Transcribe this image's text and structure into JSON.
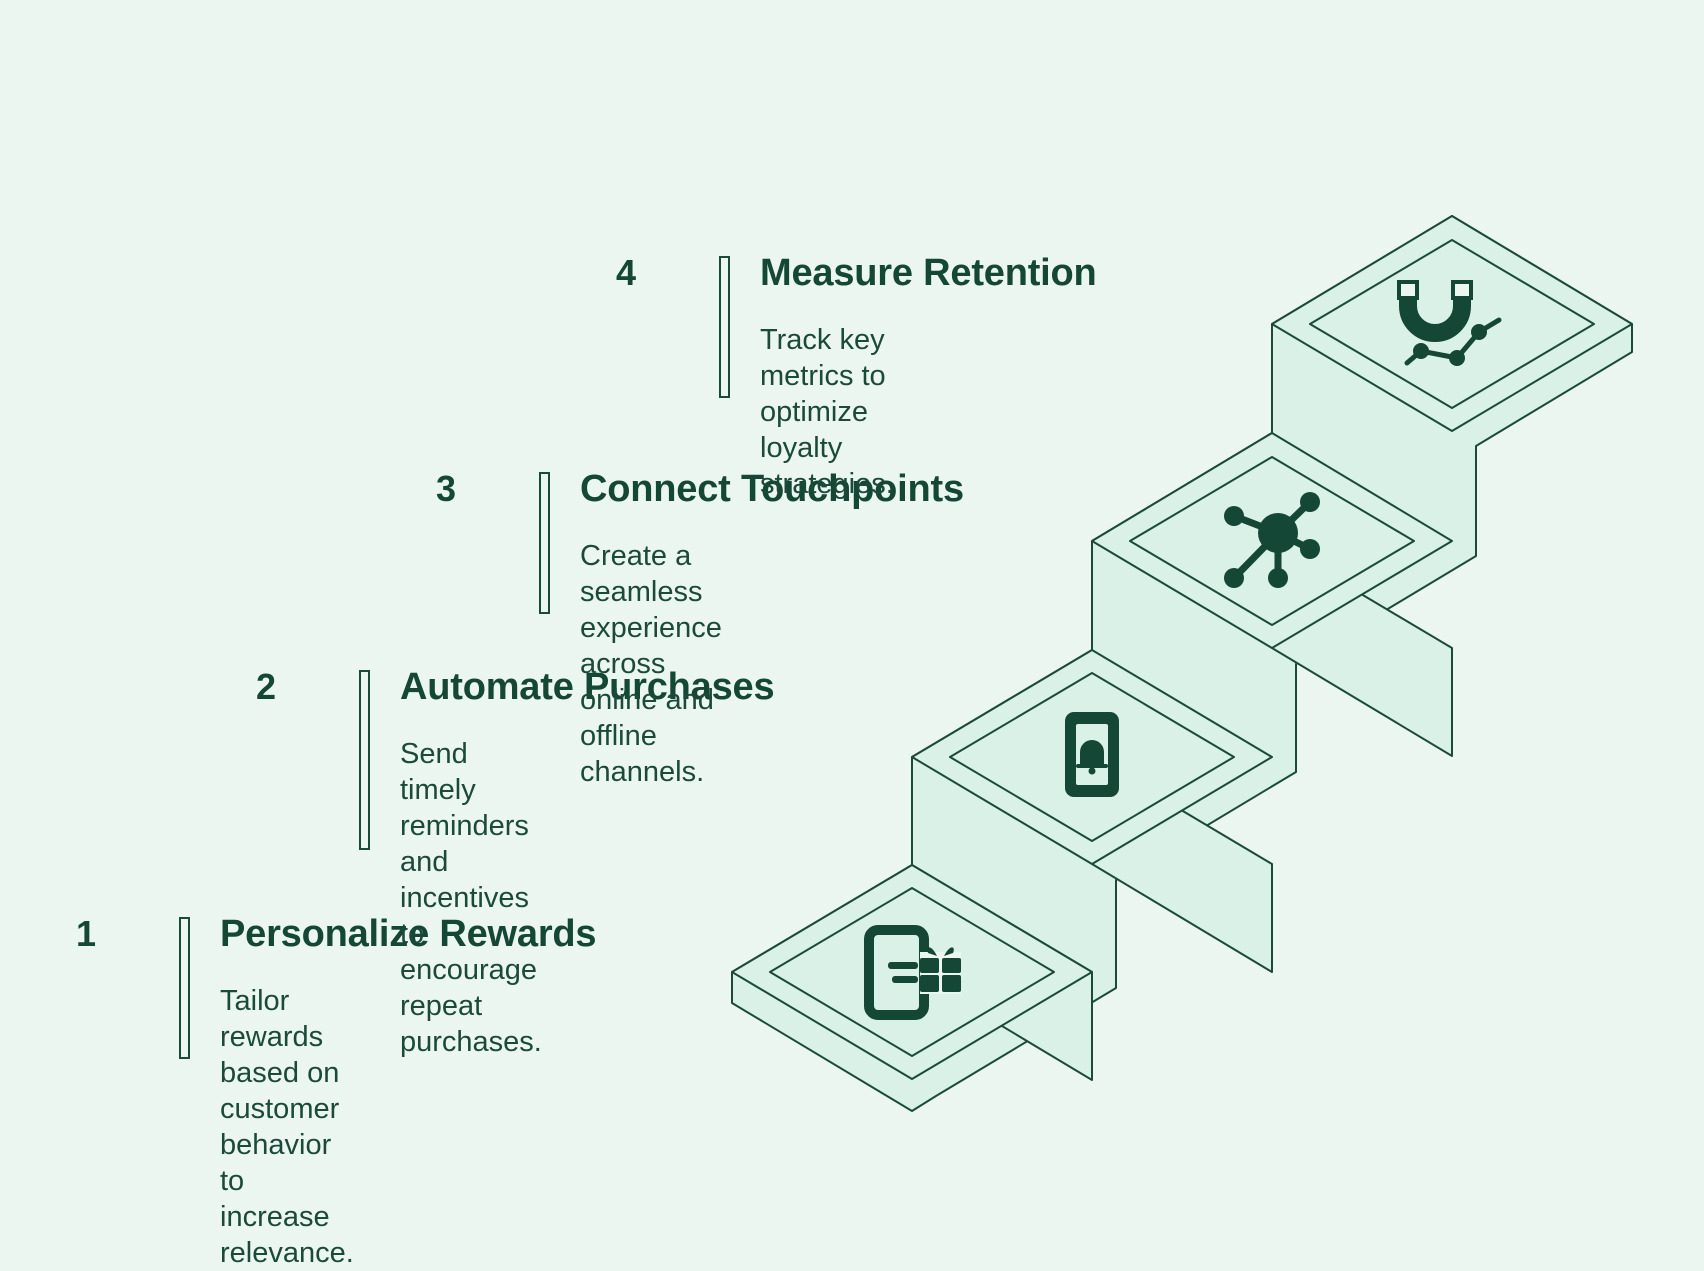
{
  "steps": [
    {
      "number": "1",
      "title": "Personalize Rewards",
      "description": [
        "Tailor rewards based on customer",
        "behavior to increase relevance."
      ],
      "icon": "mobile-gift-icon"
    },
    {
      "number": "2",
      "title": "Automate Purchases",
      "description": [
        "Send timely reminders and",
        "incentives to encourage repeat",
        "purchases."
      ],
      "icon": "mobile-notification-icon"
    },
    {
      "number": "3",
      "title": "Connect Touchpoints",
      "description": [
        "Create a seamless experience",
        "across online and offline channels."
      ],
      "icon": "network-hub-icon"
    },
    {
      "number": "4",
      "title": "Measure Retention",
      "description": [
        "Track key metrics to optimize",
        "loyalty strategies."
      ],
      "icon": "magnet-trend-icon"
    }
  ],
  "colors": {
    "background": "#ebf6f1",
    "step_face": "#d9f1e6",
    "stroke": "#1b4a3b",
    "text": "#144735"
  }
}
